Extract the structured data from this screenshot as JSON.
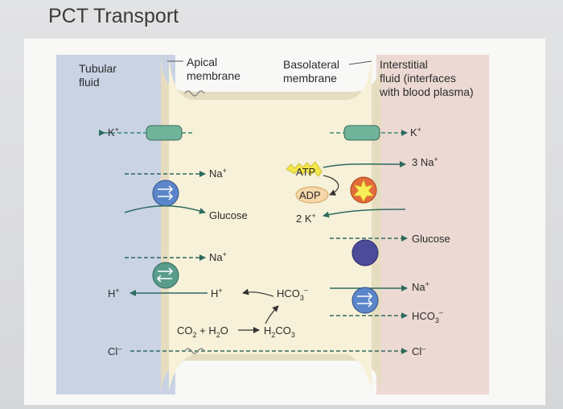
{
  "title": "PCT Transport",
  "regions": {
    "tubular": [
      "Tubular",
      "fluid"
    ],
    "apical": [
      "Apical",
      "membrane"
    ],
    "basolateral": [
      "Basolateral",
      "membrane"
    ],
    "interstitial": [
      "Interstitial",
      "fluid (interfaces",
      "with blood plasma)"
    ]
  },
  "labels": {
    "k_left": "K",
    "k_right": "K",
    "na_1": "Na",
    "glucose_1": "Glucose",
    "na_2": "Na",
    "h_left": "H",
    "h_in": "H",
    "hco3_in": "HCO",
    "cl_left": "Cl",
    "atp": "ATP",
    "adp": "ADP",
    "k2": "2 K",
    "na3": "3 Na",
    "glucose_right": "Glucose",
    "na_right": "Na",
    "hco3_right": "HCO",
    "cl_right": "Cl",
    "co2": "CO",
    "plus1": " + H",
    "h2o_o": "O",
    "h2co3": "H",
    "h2co3_tail": "CO",
    "sub2": "2",
    "sub3": "3",
    "plus": "+",
    "minus": "–"
  },
  "colors": {
    "tubular_fluid": "#c9d3e4",
    "interstitial_fluid": "#ecd9d3",
    "cell": "#f6f1d8",
    "membrane": "#e6dcc0",
    "transporter_blue": "#5b86c9",
    "transporter_teal": "#5a9c8c",
    "transporter_purple": "#4b4b9a",
    "channel_green": "#6fb39a",
    "atp_yellow": "#f2e64a",
    "pump_orange": "#e36b3b"
  }
}
